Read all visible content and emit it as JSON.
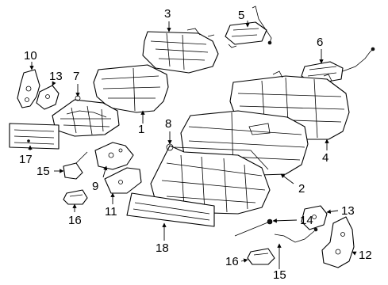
{
  "diagram": {
    "callouts": {
      "c1": "1",
      "c2": "2",
      "c3": "3",
      "c4": "4",
      "c5": "5",
      "c6": "6",
      "c7": "7",
      "c8": "8",
      "c9": "9",
      "c10": "10",
      "c11": "11",
      "c12": "12",
      "c13a": "13",
      "c13b": "13",
      "c14": "14",
      "c15a": "15",
      "c15b": "15",
      "c16a": "16",
      "c16b": "16",
      "c17": "17",
      "c18": "18"
    }
  }
}
